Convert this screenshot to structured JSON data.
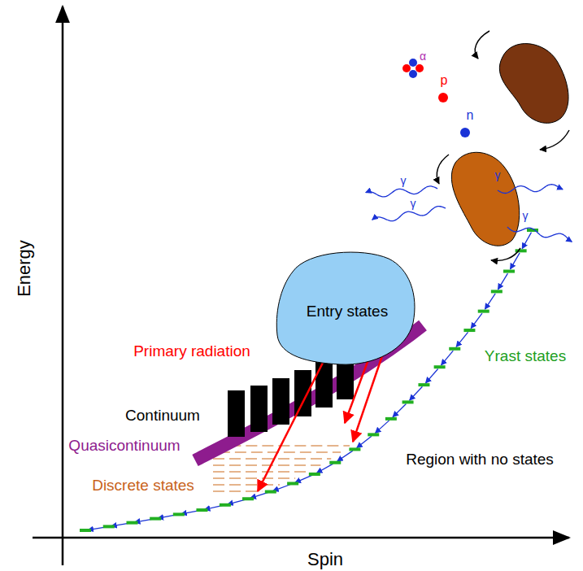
{
  "diagram": {
    "nodes": [
      {
        "text": [
          "Entry states"
        ]
      }
    ],
    "labels": [
      "Energy",
      "Spin",
      "Primary radiation",
      "Continuum",
      "Quasicontinuum",
      "Discrete states",
      "Yrast states",
      "Region with no states",
      "α",
      "p",
      "n",
      "γ",
      "γ",
      "γ",
      "γ"
    ]
  }
}
